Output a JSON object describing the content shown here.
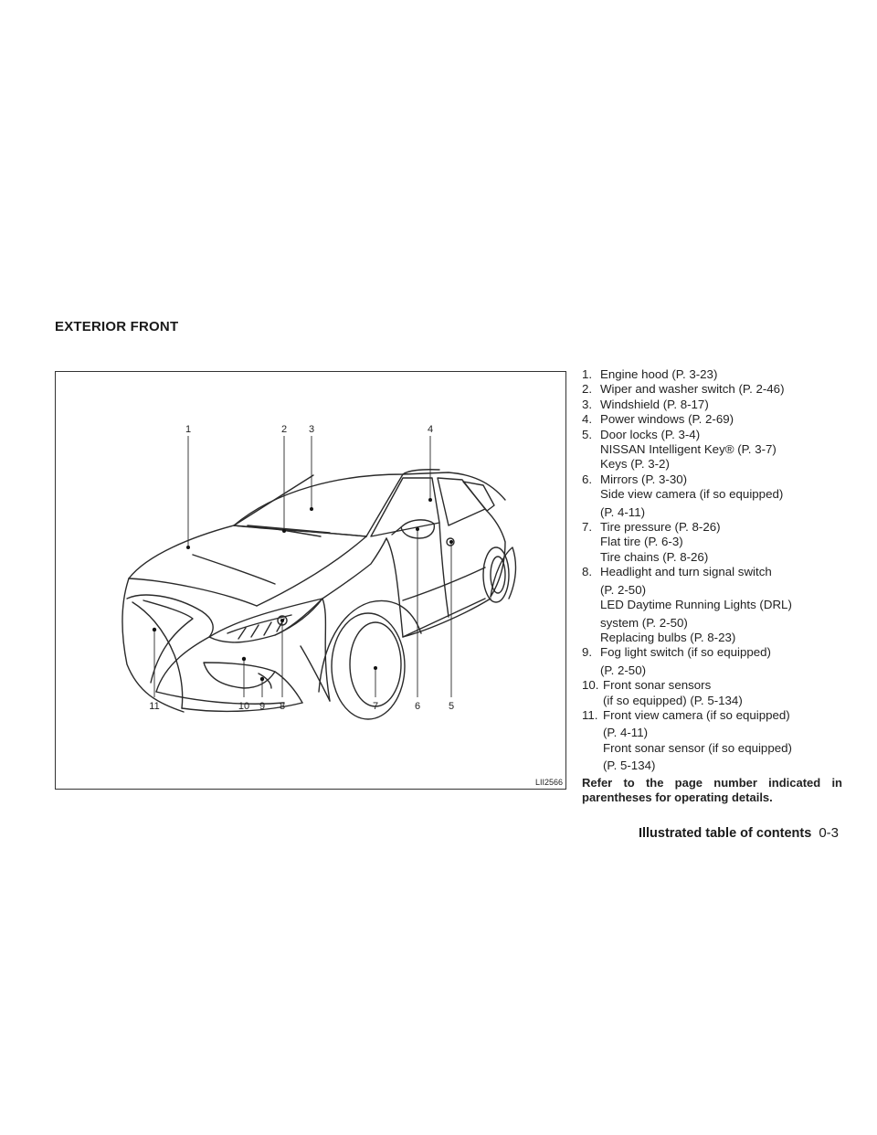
{
  "section_title": "EXTERIOR FRONT",
  "figure": {
    "id": "LII2566",
    "callouts": [
      "1",
      "2",
      "3",
      "4",
      "5",
      "6",
      "7",
      "8",
      "9",
      "10",
      "11"
    ]
  },
  "items": [
    {
      "num": "1.",
      "lines": [
        "Engine hood (P. 3-23)"
      ]
    },
    {
      "num": "2.",
      "lines": [
        "Wiper and washer switch (P. 2-46)"
      ]
    },
    {
      "num": "3.",
      "lines": [
        "Windshield (P. 8-17)"
      ]
    },
    {
      "num": "4.",
      "lines": [
        "Power windows (P. 2-69)"
      ]
    },
    {
      "num": "5.",
      "lines": [
        "Door locks (P. 3-4)",
        "NISSAN Intelligent Key® (P. 3-7)",
        "Keys (P. 3-2)"
      ]
    },
    {
      "num": "6.",
      "lines": [
        "Mirrors (P. 3-30)",
        "Side view camera (if so equipped)",
        "(P. 4-11)"
      ]
    },
    {
      "num": "7.",
      "lines": [
        "Tire pressure (P. 8-26)",
        "Flat tire (P. 6-3)",
        "Tire chains (P. 8-26)"
      ]
    },
    {
      "num": "8.",
      "lines": [
        "Headlight and turn signal switch",
        "(P. 2-50)",
        "LED Daytime Running Lights (DRL)",
        "system (P. 2-50)",
        "Replacing bulbs (P. 8-23)"
      ]
    },
    {
      "num": "9.",
      "lines": [
        "Fog light switch (if so equipped)",
        "(P. 2-50)"
      ]
    },
    {
      "num": "10.",
      "lines": [
        "Front sonar sensors",
        "(if so equipped) (P. 5-134)"
      ]
    },
    {
      "num": "11.",
      "lines": [
        "Front view camera (if so equipped)",
        "(P. 4-11)",
        "Front sonar sensor (if so equipped)",
        "(P. 5-134)"
      ]
    }
  ],
  "note": "Refer to the page number indicated in parentheses for operating details.",
  "footer": {
    "title": "Illustrated table of contents",
    "page": "0-3"
  }
}
